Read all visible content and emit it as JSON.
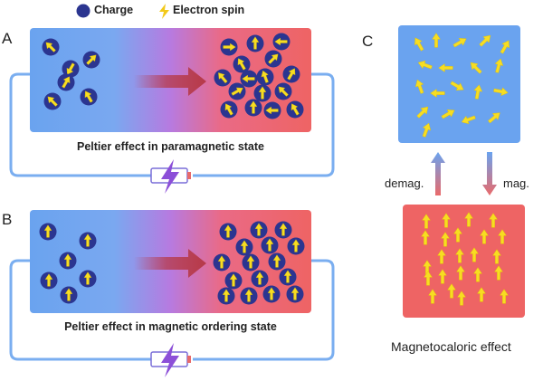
{
  "legend": {
    "charge_label": "Charge",
    "spin_label": "Electron spin"
  },
  "panel_a": {
    "letter": "A",
    "caption": "Peltier effect in paramagnetic state"
  },
  "panel_b": {
    "letter": "B",
    "caption": "Peltier effect in magnetic ordering state"
  },
  "panel_c": {
    "letter": "C",
    "demag_label": "demag.",
    "mag_label": "mag.",
    "title": "Magnetocaloric effect"
  },
  "colors": {
    "cold_blue": "#6aa3ef",
    "hot_red": "#ee6464",
    "mid_purple": "#b77ae0",
    "charge_navy": "#2b3590",
    "spin_yellow": "#f7dd22",
    "arrow_red": "#b63a49",
    "circuit_blue": "#7aaef0",
    "battery_purple": "#8c4fd8"
  },
  "icons": [
    "charge-icon",
    "electron-spin-icon",
    "battery-icon",
    "flow-arrow-icon"
  ]
}
